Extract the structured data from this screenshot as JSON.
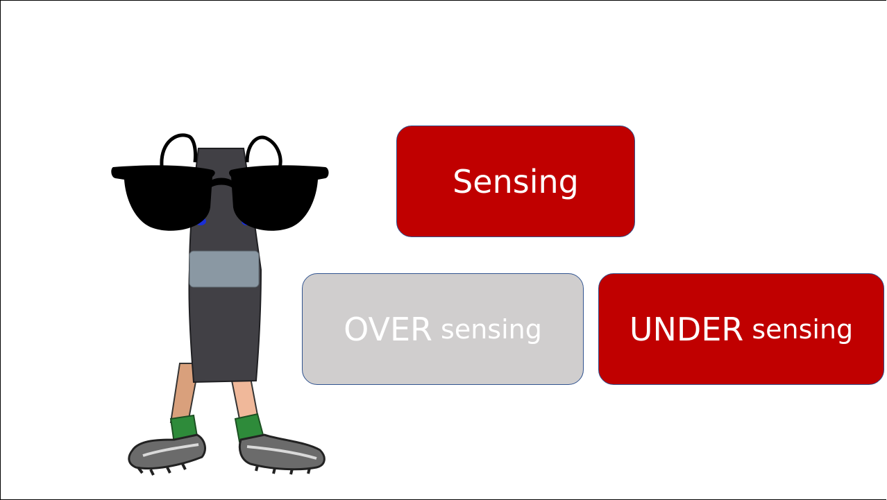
{
  "boxes": {
    "sensing": {
      "label": "Sensing",
      "color": "#c00000"
    },
    "over": {
      "main": "OVER",
      "suffix": "sensing",
      "color": "#d0cece"
    },
    "under": {
      "main": "UNDER",
      "suffix": "sensing",
      "color": "#c00000"
    }
  },
  "mascot": {
    "icon": "walking-strip-character-with-sunglasses",
    "body_color": "#414045",
    "band_color": "#8a98a3",
    "sock_color": "#2e8b3a",
    "shoe_color": "#6b6b6b",
    "skin_color": "#d9a07c"
  }
}
